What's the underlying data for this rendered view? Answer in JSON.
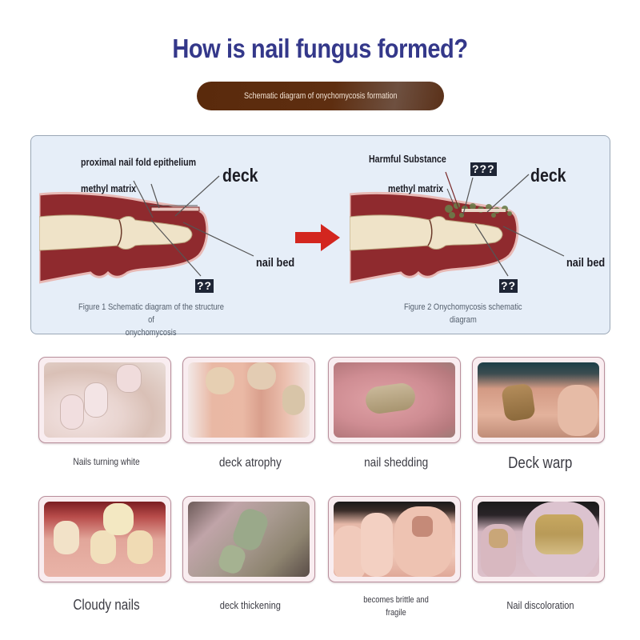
{
  "header": {
    "title": "How is nail fungus formed?",
    "subtitle": "Schematic diagram of onychomycosis formation"
  },
  "colors": {
    "title": "#34388a",
    "pill": "#5a2a0c",
    "panel_bg": "#e6eef8",
    "arrow": "#d3261f",
    "flesh": "#8f2a2e",
    "bone": "#efe3c8",
    "fungus": "#6b7d4a"
  },
  "diagram": {
    "figure1": {
      "labels": {
        "proximal_nail_fold": "proximal nail fold epithelium",
        "methyl_matrix": "methyl matrix",
        "deck": "deck",
        "nail_bed": "nail bed",
        "unknown": "??"
      },
      "caption_line1": "Figure 1 Schematic diagram of the structure of",
      "caption_line2": "onychomycosis"
    },
    "arrow_icon": "right-arrow",
    "figure2": {
      "labels": {
        "harmful_substance": "Harmful Substance",
        "unknown_top": "???",
        "methyl_matrix": "methyl matrix",
        "deck": "deck",
        "nail_bed": "nail bed",
        "unknown": "??"
      },
      "caption_line1": "Figure 2 Onychomycosis schematic",
      "caption_line2": "diagram"
    }
  },
  "symptoms": [
    {
      "label": "Nails turning white",
      "size": 12
    },
    {
      "label": "deck atrophy",
      "size": 16
    },
    {
      "label": "nail shedding",
      "size": 16
    },
    {
      "label": "Deck warp",
      "size": 20
    },
    {
      "label": "Cloudy nails",
      "size": 18
    },
    {
      "label": "deck thickening",
      "size": 13
    },
    {
      "label": "becomes brittle and",
      "label2": "fragile",
      "size": 11
    },
    {
      "label": "Nail discoloration",
      "size": 13
    }
  ]
}
